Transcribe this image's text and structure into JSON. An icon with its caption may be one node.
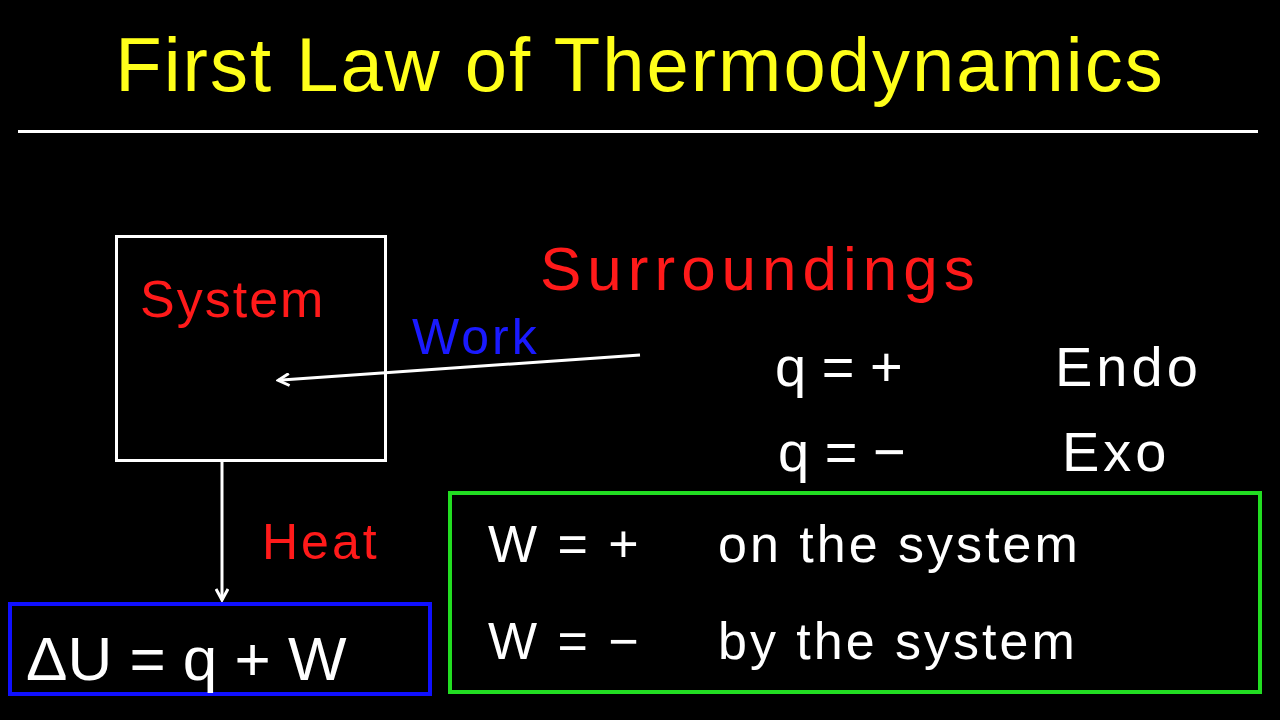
{
  "diagram": {
    "title": "First Law of Thermodynamics",
    "nodes": [
      {
        "text": [
          "System"
        ]
      },
      {
        "text": [
          "ΔU = q + W"
        ]
      },
      {
        "text": [
          "W = +",
          "on the system",
          "W = −",
          "by the system"
        ]
      }
    ],
    "edges": [
      {
        "from": null,
        "to": 0,
        "arrow": "to",
        "label": "Work"
      },
      {
        "from": 0,
        "to": 1,
        "arrow": "to",
        "label": "Heat"
      }
    ],
    "labels": [
      "Surroundings",
      "q = +",
      "Endo",
      "q = −",
      "Exo"
    ]
  }
}
